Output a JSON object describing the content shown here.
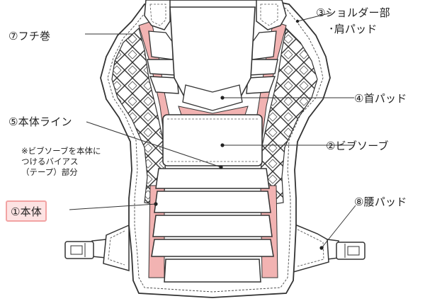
{
  "labels": {
    "shoulder_line1": "③ショルダー部",
    "shoulder_line2": "･肩パッド",
    "edge": "⑦フチ巻",
    "neck": "④首パッド",
    "body_line": "⑤本体ライン",
    "bib": "②ビブソーブ",
    "note_line1": "※ビブソーブを本体に",
    "note_line2": "つけるバイアス",
    "note_line3": "（テープ）部分",
    "main_body": "①本体",
    "waist": "⑧腰パッド"
  },
  "colors": {
    "accent_pink": "#f2b3b2",
    "highlight_border": "#f2a3a3",
    "highlight_fill": "#fde3e3",
    "outline": "#333333"
  }
}
